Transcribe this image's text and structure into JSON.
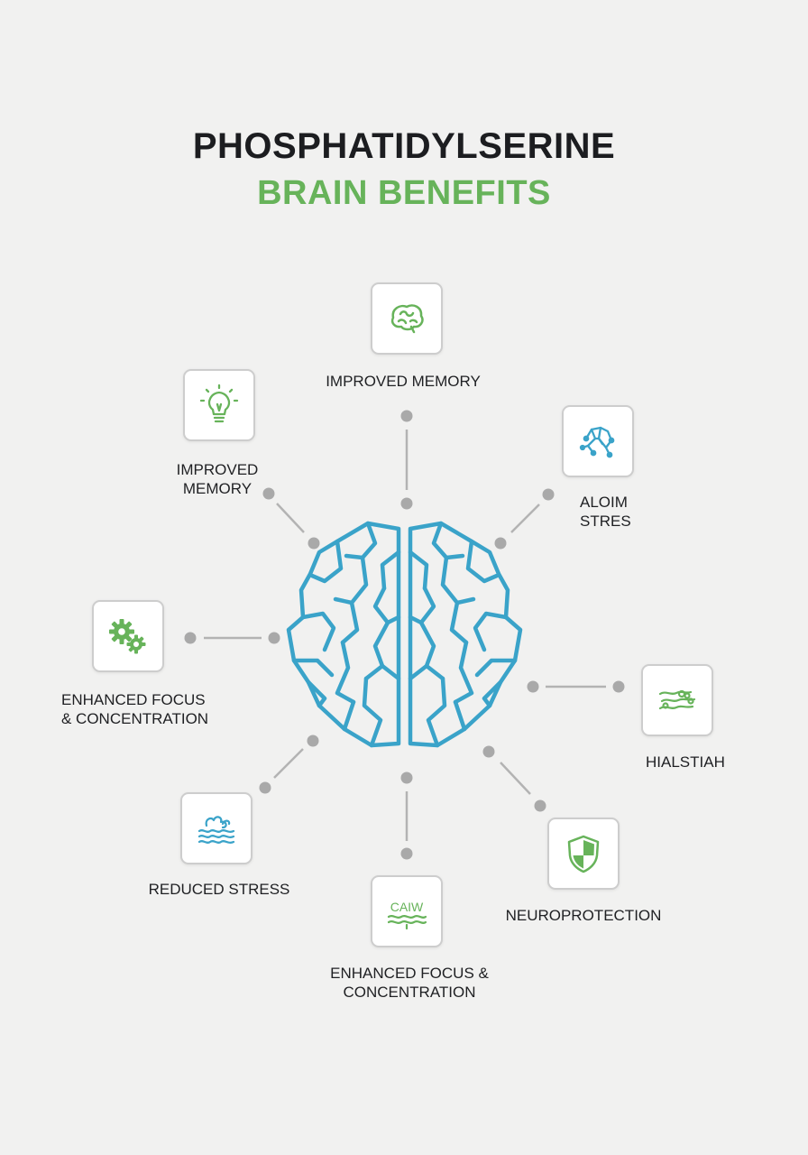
{
  "title": "PHOSPHATIDYLSERINE",
  "subtitle": "BRAIN BENEFITS",
  "colors": {
    "green": "#67b35a",
    "blue": "#3aa3c9",
    "connector": "#a9a9a9",
    "text": "#1f2023"
  },
  "nodes": [
    {
      "id": "top",
      "icon": "brain-outline-icon",
      "label": [
        "IMPROVED MEMORY"
      ]
    },
    {
      "id": "upper-left",
      "icon": "lightbulb-icon",
      "label": [
        "IMPROVED",
        "MEMORY"
      ]
    },
    {
      "id": "upper-right",
      "icon": "neural-network-icon",
      "label": [
        "ALOIM",
        "STRES"
      ]
    },
    {
      "id": "left",
      "icon": "gears-icon",
      "label": [
        "ENHANCED FOCUS",
        "& CONCENTRATION"
      ]
    },
    {
      "id": "right",
      "icon": "neurons-icon",
      "label": [
        "HIALSTIAH"
      ]
    },
    {
      "id": "lower-left",
      "icon": "waves-icon",
      "label": [
        "REDUCED STRESS"
      ]
    },
    {
      "id": "bottom",
      "icon": "calm-waves-icon",
      "icon_text": "CAIW",
      "label": [
        "ENHANCED FOCUS &",
        "CONCENTRATION"
      ]
    },
    {
      "id": "lower-right",
      "icon": "shield-icon",
      "label": [
        "NEUROPROTECTION"
      ]
    }
  ]
}
